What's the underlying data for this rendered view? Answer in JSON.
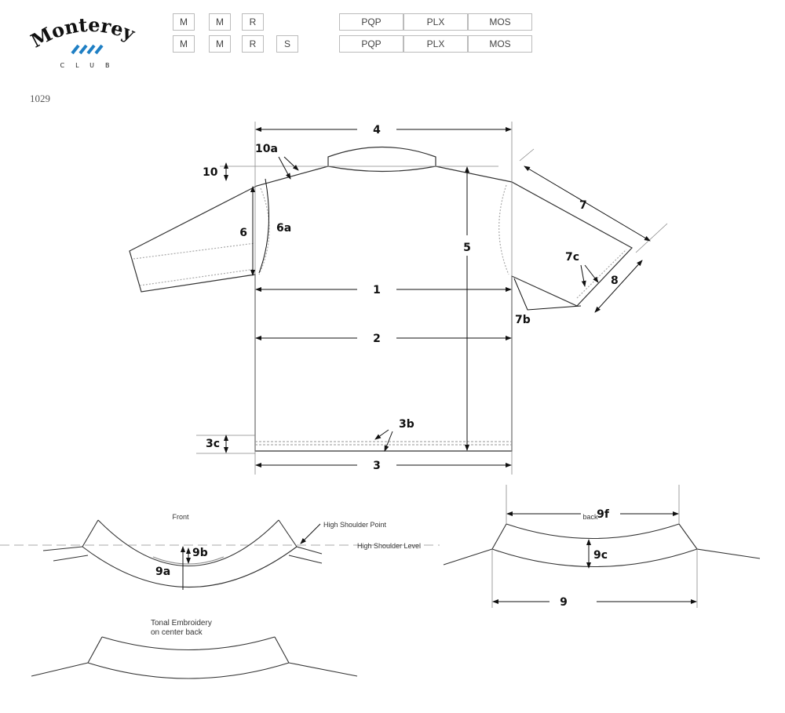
{
  "logo": {
    "word": "Monterey",
    "sub": "CLUB",
    "accent": "#1f7fc4"
  },
  "header": {
    "row1_codes": [
      "M",
      "M",
      "R"
    ],
    "row2_codes": [
      "M",
      "M",
      "R",
      "S"
    ],
    "row1_fabric": [
      "PQP",
      "PLX",
      "MOS"
    ],
    "row2_fabric": [
      "PQP",
      "PLX",
      "MOS"
    ]
  },
  "style_number": "1029",
  "labels": {
    "d1": "1",
    "d2": "2",
    "d3": "3",
    "d3b": "3b",
    "d3c": "3c",
    "d4": "4",
    "d5": "5",
    "d6": "6",
    "d6a": "6a",
    "d7": "7",
    "d7b": "7b",
    "d7c": "7c",
    "d8": "8",
    "d10": "10",
    "d10a": "10a",
    "d9": "9",
    "d9a": "9a",
    "d9b": "9b",
    "d9c": "9c",
    "d9f": "9f"
  },
  "notes": {
    "front": "Front",
    "back": "back",
    "hsp": "High Shoulder Point",
    "hsl": "High Shoulder Level",
    "embroidery_1": "Tonal Embroidery",
    "embroidery_2": "on center back"
  }
}
